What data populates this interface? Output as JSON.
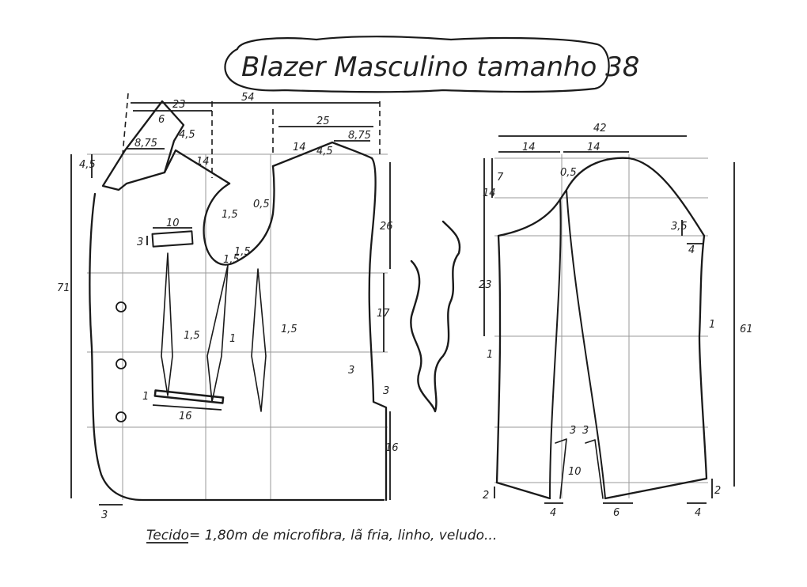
{
  "title": "Blazer Masculino tamanho 38",
  "front": {
    "dims": {
      "d54": "54",
      "d23": "23",
      "d6": "6",
      "d45a": "4,5",
      "d875a": "8,75",
      "d45b": "4,5",
      "d14a": "14",
      "d25": "25",
      "d14b": "14",
      "d875b": "8,75",
      "d45c": "4,5",
      "d71": "71",
      "d26": "26",
      "d17": "17",
      "d16a": "16",
      "d3a": "3",
      "d3b": "3",
      "d3c": "3",
      "d10": "10",
      "d3d": "3",
      "d15a": "1,5",
      "d15b": "1,5",
      "d05": "0,5",
      "d15c": "1,5",
      "d15d": "1,5",
      "d1a": "1",
      "d15e": "1,5",
      "d16b": "16",
      "d1b": "1"
    }
  },
  "sleeve": {
    "dims": {
      "d42": "42",
      "d14c": "14",
      "d14d": "14",
      "d7": "7",
      "d05b": "0,5",
      "d14e": "14",
      "d35": "3,5",
      "d4": "4",
      "d23b": "23",
      "d61": "61",
      "d1c": "1",
      "d1d": "1",
      "d3e": "3",
      "d3f": "3",
      "d10b": "10",
      "d2a": "2",
      "d2b": "2",
      "d4b": "4",
      "d6b": "6",
      "d4c": "4"
    }
  },
  "fabric_note": "Tecido= 1,80m de microfibra, lã fria, linho, veludo..."
}
